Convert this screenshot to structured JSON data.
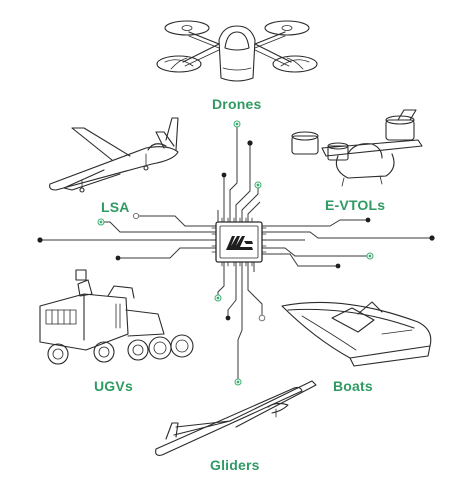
{
  "labels": {
    "drones": "Drones",
    "lsa": "LSA",
    "evtols": "E-VTOLs",
    "ugvs": "UGVs",
    "boats": "Boats",
    "gliders": "Gliders"
  },
  "colors": {
    "label": "#2f9a63",
    "green_dot": "#3fae72",
    "line": "#2b2b2b"
  },
  "chip": {
    "logo_icon": "company-logo-icon"
  }
}
